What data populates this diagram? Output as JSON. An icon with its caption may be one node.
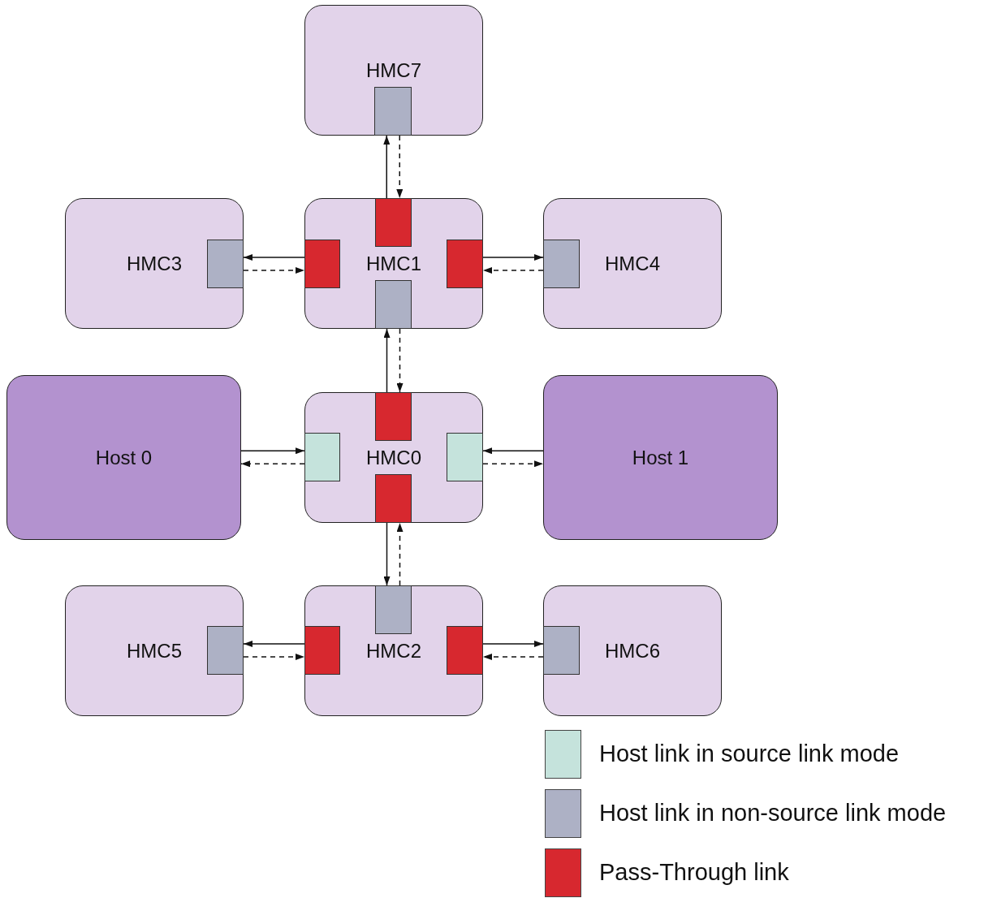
{
  "diagram": {
    "nodes": [
      {
        "text": [
          "HMC7"
        ]
      },
      {
        "text": [],
        "shape": "box",
        "in": 0
      },
      {
        "text": [
          "HMC3"
        ]
      },
      {
        "text": [],
        "shape": "box",
        "in": 2
      },
      {
        "text": [
          "HMC1"
        ]
      },
      {
        "text": [],
        "shape": "box",
        "in": 4
      },
      {
        "text": [],
        "shape": "box",
        "in": 4
      },
      {
        "text": [],
        "shape": "box",
        "in": 4
      },
      {
        "text": [],
        "shape": "box",
        "in": 4
      },
      {
        "text": [
          "HMC4"
        ]
      },
      {
        "text": [],
        "shape": "box",
        "in": 9
      },
      {
        "text": [
          "Host 0"
        ]
      },
      {
        "text": [
          "HMC0"
        ]
      },
      {
        "text": [],
        "shape": "box",
        "in": 12
      },
      {
        "text": [],
        "shape": "box",
        "in": 12
      },
      {
        "text": [],
        "shape": "box",
        "in": 12
      },
      {
        "text": [],
        "shape": "box",
        "in": 12
      },
      {
        "text": [
          "Host 1"
        ]
      },
      {
        "text": [
          "HMC5"
        ]
      },
      {
        "text": [],
        "shape": "box",
        "in": 18
      },
      {
        "text": [
          "HMC2"
        ]
      },
      {
        "text": [],
        "shape": "box",
        "in": 20
      },
      {
        "text": [],
        "shape": "box",
        "in": 20
      },
      {
        "text": [],
        "shape": "box",
        "in": 20
      },
      {
        "text": [
          "HMC6"
        ]
      },
      {
        "text": [],
        "shape": "box",
        "in": 24
      }
    ],
    "edges": [
      {
        "from": 5,
        "to": 1,
        "arrow": "to"
      },
      {
        "from": 1,
        "to": 5,
        "arrow": "to",
        "style": "dashed"
      },
      {
        "from": 6,
        "to": 3,
        "arrow": "to"
      },
      {
        "from": 3,
        "to": 6,
        "arrow": "to",
        "style": "dashed"
      },
      {
        "from": 7,
        "to": 10,
        "arrow": "to"
      },
      {
        "from": 10,
        "to": 7,
        "arrow": "to",
        "style": "dashed"
      },
      {
        "from": 13,
        "to": 8,
        "arrow": "to"
      },
      {
        "from": 8,
        "to": 13,
        "arrow": "to",
        "style": "dashed"
      },
      {
        "from": 11,
        "to": 14,
        "arrow": "to"
      },
      {
        "from": 14,
        "to": 11,
        "arrow": "to",
        "style": "dashed"
      },
      {
        "from": 17,
        "to": 15,
        "arrow": "to"
      },
      {
        "from": 15,
        "to": 17,
        "arrow": "to",
        "style": "dashed"
      },
      {
        "from": 16,
        "to": 21,
        "arrow": "to"
      },
      {
        "from": 21,
        "to": 16,
        "arrow": "to",
        "style": "dashed"
      },
      {
        "from": 22,
        "to": 19,
        "arrow": "to"
      },
      {
        "from": 19,
        "to": 22,
        "arrow": "to",
        "style": "dashed"
      },
      {
        "from": 23,
        "to": 25,
        "arrow": "to"
      },
      {
        "from": 25,
        "to": 23,
        "arrow": "to",
        "style": "dashed"
      }
    ],
    "legend": [
      {
        "text": "Host link in source link mode",
        "color": "#c5e3dc"
      },
      {
        "text": "Host link in non-source link mode",
        "color": "#adb1c5"
      },
      {
        "text": "Pass-Through link",
        "color": "#d7282f"
      }
    ]
  }
}
